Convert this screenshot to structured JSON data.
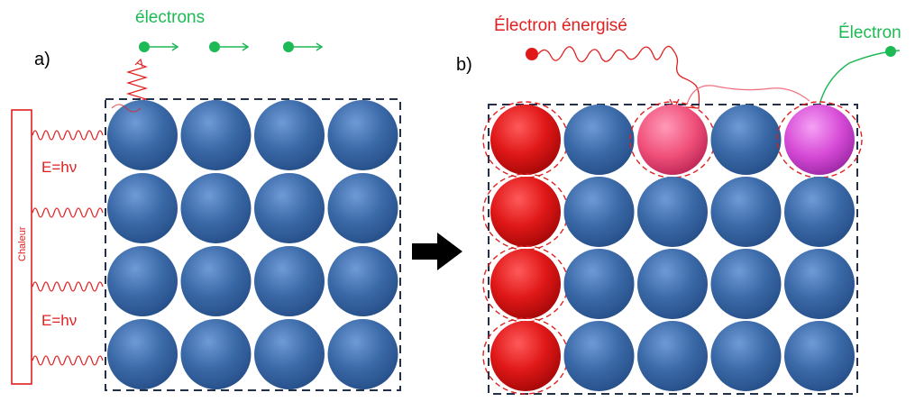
{
  "panel_a": {
    "label": "a)",
    "electrons_label": "électrons",
    "heat_label": "Chaleur",
    "energy_label_top": "E=hν",
    "energy_label_bottom": "E=hν",
    "grid": {
      "rows": 4,
      "cols": 4
    }
  },
  "panel_b": {
    "label": "b)",
    "energized_label": "Électron énergisé",
    "electron_label": "Électron",
    "grid": {
      "rows": 4,
      "cols": 5
    }
  },
  "colors": {
    "atom": "#3b6aa8",
    "atom_highlight": "#5a8ad0",
    "energized_atom": "#e01818",
    "pink_atom": "#f0507a",
    "violet_atom": "#d64ad6",
    "electron": "#1db954",
    "heat": "#e02020",
    "arrow": "#000000",
    "dashed_border": "#22304a"
  },
  "icons": {
    "transition_arrow": "right-arrow-icon"
  }
}
